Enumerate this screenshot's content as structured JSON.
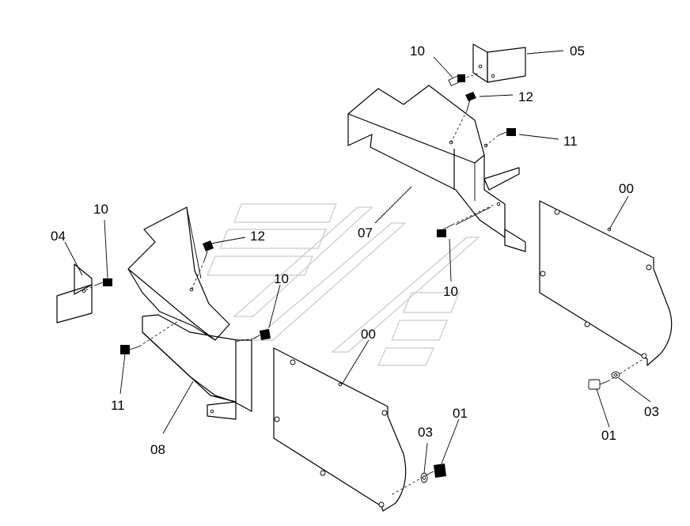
{
  "callouts": [
    {
      "id": "c-05",
      "text": "05"
    },
    {
      "id": "c-10-top",
      "text": "10"
    },
    {
      "id": "c-12-top",
      "text": "12"
    },
    {
      "id": "c-11-right",
      "text": "11"
    },
    {
      "id": "c-00-right",
      "text": "00"
    },
    {
      "id": "c-07",
      "text": "07"
    },
    {
      "id": "c-10-mid",
      "text": "10"
    },
    {
      "id": "c-10-left",
      "text": "10"
    },
    {
      "id": "c-04",
      "text": "04"
    },
    {
      "id": "c-12-left",
      "text": "12"
    },
    {
      "id": "c-10-center",
      "text": "10"
    },
    {
      "id": "c-00-left",
      "text": "00"
    },
    {
      "id": "c-11-left",
      "text": "11"
    },
    {
      "id": "c-08",
      "text": "08"
    },
    {
      "id": "c-03-left",
      "text": "03"
    },
    {
      "id": "c-01-left",
      "text": "01"
    },
    {
      "id": "c-03-right",
      "text": "03"
    },
    {
      "id": "c-01-right",
      "text": "01"
    }
  ]
}
